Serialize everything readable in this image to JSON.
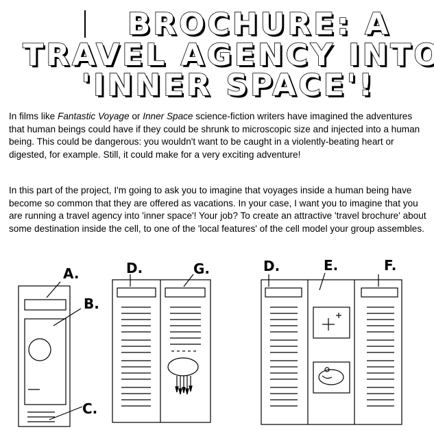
{
  "title": {
    "line1": "BROCHURE: A",
    "line2": "TRAVEL AGENCY INTO",
    "line3": "'INNER SPACE'!"
  },
  "paragraph1": {
    "part1": "In films like ",
    "film1": "Fantastic Voyage",
    "part2": " or ",
    "film2": "Inner Space",
    "part3": "  science-fiction writers have imagined the adventures that human beings could have if they could be shrunk to microscopic size and injected into a human being.  This could be dangerous: you wouldn't want to be caught in a violently-beating heart or digested, for example.  Still, it could make for a very exciting adventure!"
  },
  "paragraph2": "In this part of the project, I'm going to ask you to imagine that voyages inside a human being have become so common that they are offered as vacations.  In your case, I want you to imagine that you are running a travel agency into 'inner space'!  Your job?  To create an attractive 'travel brochure' about some destination inside the cell, to one of the 'local features' of the cell model your group assembles.",
  "labels": {
    "a": "A.",
    "b": "B.",
    "c": "C.",
    "d1": "D.",
    "g": "G.",
    "d2": "D.",
    "e": "E.",
    "f": "F."
  }
}
